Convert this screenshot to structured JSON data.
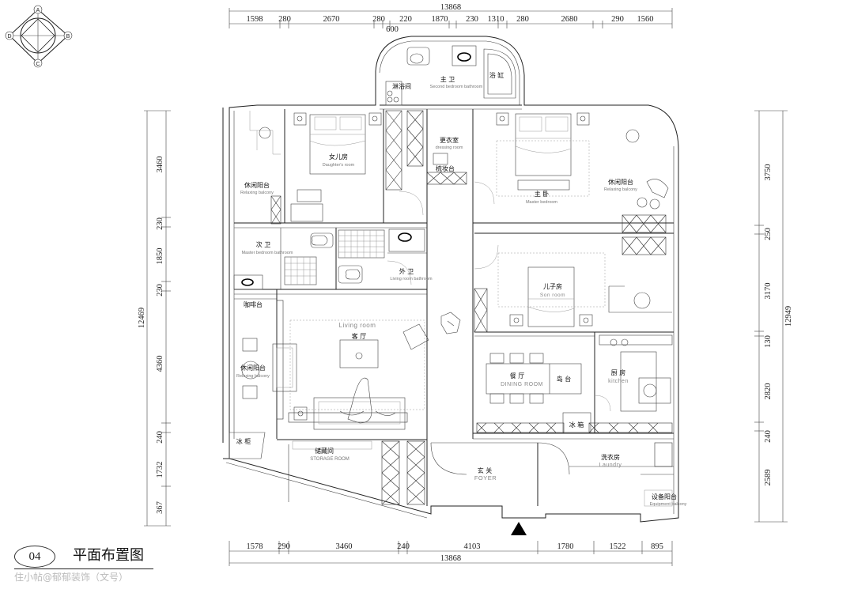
{
  "compass": {
    "n": "A",
    "e": "B",
    "s": "C",
    "w": "D"
  },
  "dims": {
    "top_total": "13868",
    "top": [
      "1598",
      "280",
      "2670",
      "280",
      "220",
      "1870",
      "230",
      "1310",
      "280",
      "2680",
      "290",
      "1560"
    ],
    "top_sub": "600",
    "bottom_total": "13868",
    "bottom": [
      "1578",
      "290",
      "3460",
      "240",
      "4103",
      "1780",
      "1522",
      "895"
    ],
    "left_total": "12469",
    "left": [
      "3460",
      "230",
      "1850",
      "230",
      "4360",
      "240",
      "1732",
      "367"
    ],
    "right_total": "12949",
    "right": [
      "3750",
      "250",
      "3170",
      "130",
      "2820",
      "240",
      "2589"
    ]
  },
  "rooms": {
    "master_bath": {
      "cn": "主 卫",
      "en": "Second bedroom bathroom"
    },
    "shower": {
      "cn": "淋浴间"
    },
    "bathtub": {
      "cn": "浴 缸"
    },
    "daughter": {
      "cn": "女儿房",
      "en": "Daughter's room"
    },
    "dressing": {
      "cn": "更衣室",
      "en": "dressing room"
    },
    "vanity": {
      "cn": "梳妆台"
    },
    "master": {
      "cn": "主 卧",
      "en": "Master bedroom"
    },
    "balcony_l": {
      "cn": "休闲阳台",
      "en": "Relaxing balcony"
    },
    "balcony_r": {
      "cn": "休闲阳台",
      "en": "Relaxing balcony"
    },
    "second_bath": {
      "cn": "次 卫",
      "en": "Master bedroom bathroom"
    },
    "outer_bath": {
      "cn": "外 卫",
      "en": "Living room bathroom"
    },
    "coffee": {
      "cn": "咖啡台"
    },
    "son": {
      "cn": "儿子房",
      "en": "Son room"
    },
    "living": {
      "cn": "客 厅",
      "en": "Living room"
    },
    "balcony_w": {
      "cn": "休闲阳台",
      "en": "Relaxing balcony"
    },
    "dining": {
      "cn": "餐 厅",
      "en": "DINING ROOM"
    },
    "island": {
      "cn": "岛 台"
    },
    "kitchen": {
      "cn": "厨 房",
      "en": "kitchen"
    },
    "freezer": {
      "cn": "冰 柜"
    },
    "storage": {
      "cn": "储藏间",
      "en": "STORAGE ROOM"
    },
    "fridge": {
      "cn": "冰 箱"
    },
    "foyer": {
      "cn": "玄 关",
      "en": "FOYER"
    },
    "laundry": {
      "cn": "洗衣房",
      "en": "Laundry"
    },
    "equip": {
      "cn": "设备阳台",
      "en": "Equipment balcony"
    }
  },
  "footer": {
    "page_number": "04",
    "title": "平面布置图",
    "watermark": "住小帖@郁郁装饰（文号）"
  }
}
